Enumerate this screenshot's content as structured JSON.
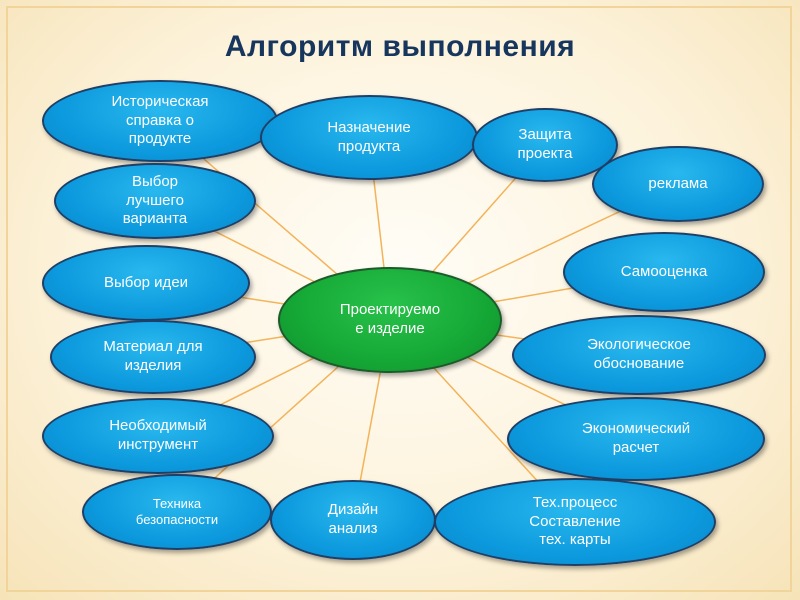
{
  "title": "Алгоритм выполнения",
  "center": {
    "label": "Проектируемо\nе изделие"
  },
  "nodes": [
    {
      "id": "historical",
      "label": "Историческая\nсправка о\nпродукте"
    },
    {
      "id": "purpose",
      "label": "Назначение\nпродукта"
    },
    {
      "id": "defense",
      "label": "Защита\nпроекта"
    },
    {
      "id": "advertising",
      "label": "реклама"
    },
    {
      "id": "best-option",
      "label": "Выбор\nлучшего\nварианта"
    },
    {
      "id": "self-assessment",
      "label": "Самооценка"
    },
    {
      "id": "idea",
      "label": "Выбор идеи"
    },
    {
      "id": "ecological",
      "label": "Экологическое\nобоснование"
    },
    {
      "id": "material",
      "label": "Материал для\nизделия"
    },
    {
      "id": "tools",
      "label": "Необходимый\nинструмент"
    },
    {
      "id": "economic",
      "label": "Экономический\nрасчет"
    },
    {
      "id": "safety",
      "label": "Техника\nбезопасности"
    },
    {
      "id": "design",
      "label": "Дизайн\nанализ"
    },
    {
      "id": "tech-process",
      "label": "Тех.процесс\nСоставление\nтех. карты"
    }
  ],
  "colors": {
    "node_fill": "#0d9ade",
    "center_fill": "#15a836",
    "connector": "#f2b35a",
    "title": "#17365d"
  }
}
